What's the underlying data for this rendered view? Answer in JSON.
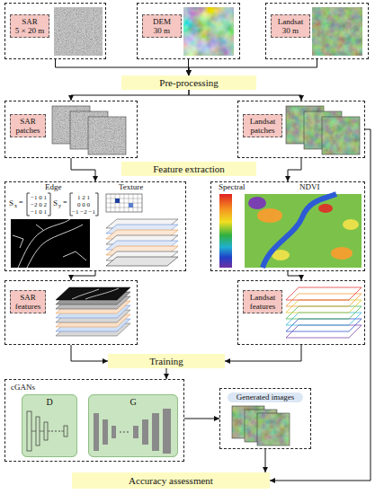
{
  "diagram": {
    "nodes": [
      {
        "text": [
          "SAR",
          "5 × 20 m"
        ]
      },
      {
        "text": [
          "DEM",
          "30 m"
        ]
      },
      {
        "text": [
          "Landsat",
          "30 m"
        ]
      },
      {
        "text": [
          "Pre-processing"
        ]
      },
      {
        "text": [
          "SAR patches"
        ]
      },
      {
        "text": [
          "Landsat patches"
        ]
      },
      {
        "text": [
          "Feature extraction"
        ]
      },
      {
        "text": [
          "Edge",
          "Texture"
        ]
      },
      {
        "text": [
          "Spectral",
          "NDVI"
        ]
      },
      {
        "text": [
          "SAR features"
        ]
      },
      {
        "text": [
          "Landsat features"
        ]
      },
      {
        "text": [
          "Training"
        ]
      },
      {
        "text": [
          "cGANs"
        ]
      },
      {
        "text": [
          "D"
        ],
        "in": 12
      },
      {
        "text": [
          "G"
        ],
        "in": 12
      },
      {
        "text": [
          "Generated images"
        ]
      },
      {
        "text": [
          "Accuracy assessment"
        ]
      }
    ],
    "edges": [
      {
        "from": 0,
        "to": 3,
        "arrow": "to"
      },
      {
        "from": 1,
        "to": 3,
        "arrow": "to"
      },
      {
        "from": 2,
        "to": 3,
        "arrow": "to"
      },
      {
        "from": 3,
        "to": 4,
        "arrow": "to"
      },
      {
        "from": 3,
        "to": 5,
        "arrow": "to"
      },
      {
        "from": 4,
        "to": 7,
        "arrow": "to"
      },
      {
        "from": 5,
        "to": 8,
        "arrow": "to"
      },
      {
        "from": 7,
        "to": 9,
        "arrow": "to"
      },
      {
        "from": 8,
        "to": 10,
        "arrow": "to"
      },
      {
        "from": 9,
        "to": 11,
        "arrow": "to"
      },
      {
        "from": 10,
        "to": 11,
        "arrow": "to"
      },
      {
        "from": 11,
        "to": 12,
        "arrow": "to"
      },
      {
        "from": 12,
        "to": 15,
        "arrow": "to"
      },
      {
        "from": 15,
        "to": 16,
        "arrow": "to"
      },
      {
        "from": 5,
        "to": 16,
        "arrow": "to"
      }
    ],
    "labels": [
      "S",
      "x",
      "=",
      "−1 0 1",
      "−2 0 2",
      "−1 0 1",
      "S",
      "y",
      "=",
      "1 2 1",
      "0 0 0",
      "−1 −2 −1"
    ]
  }
}
